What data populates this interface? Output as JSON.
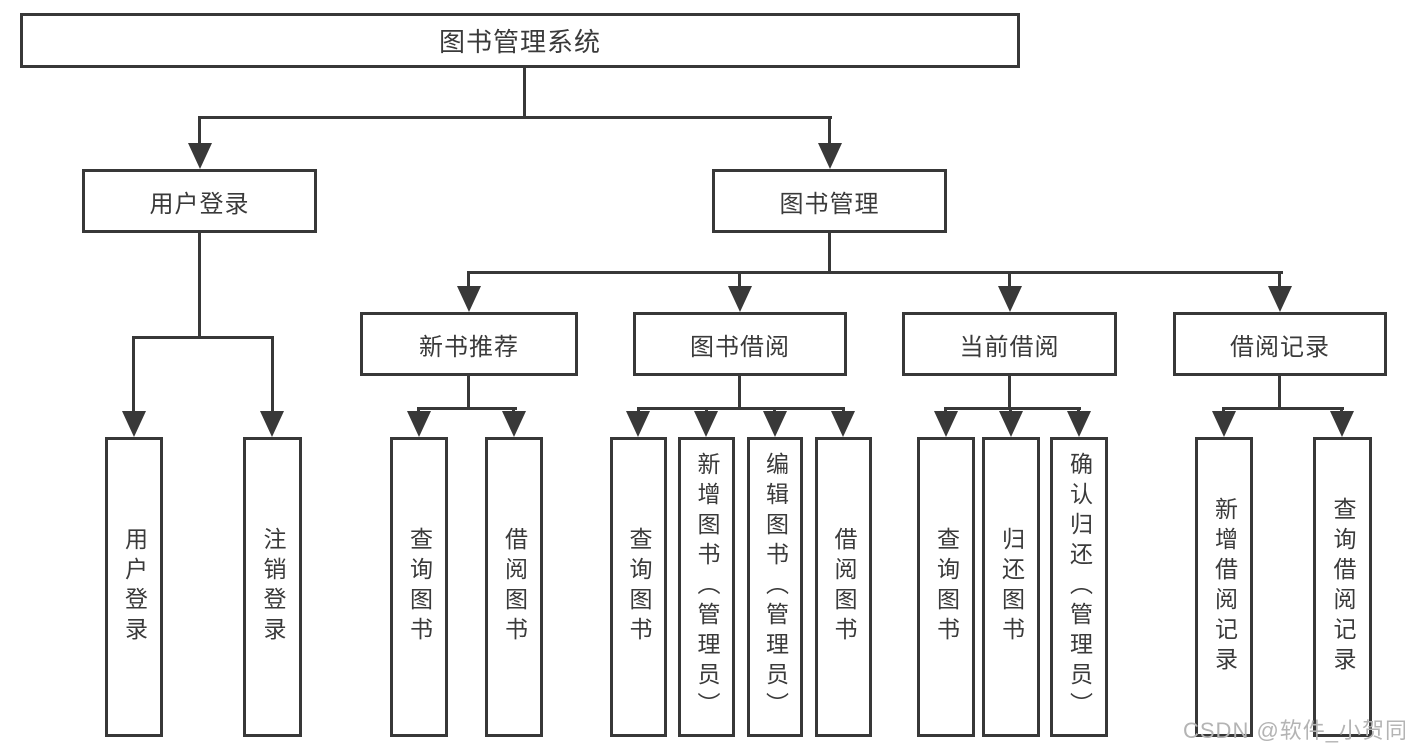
{
  "watermark": "CSDN @软件_小贺同学",
  "colors": {
    "line": "#383838",
    "text": "#3a3a3a",
    "background": "#ffffff",
    "watermark": "#b4b4b4"
  },
  "nodes": {
    "root": "图书管理系统",
    "login": "用户登录",
    "book_mgmt": "图书管理",
    "new_book": "新书推荐",
    "book_borrow": "图书借阅",
    "current_borrow": "当前借阅",
    "borrow_records": "借阅记录",
    "login_children": [
      "用户登录",
      "注销登录"
    ],
    "new_book_children": [
      "查询图书",
      "借阅图书"
    ],
    "book_borrow_children": [
      "查询图书",
      "新增图书（管理员）",
      "编辑图书（管理员）",
      "借阅图书"
    ],
    "current_borrow_children": [
      "查询图书",
      "归还图书",
      "确认归还（管理员）"
    ],
    "borrow_records_children": [
      "新增借阅记录",
      "查询借阅记录"
    ]
  }
}
